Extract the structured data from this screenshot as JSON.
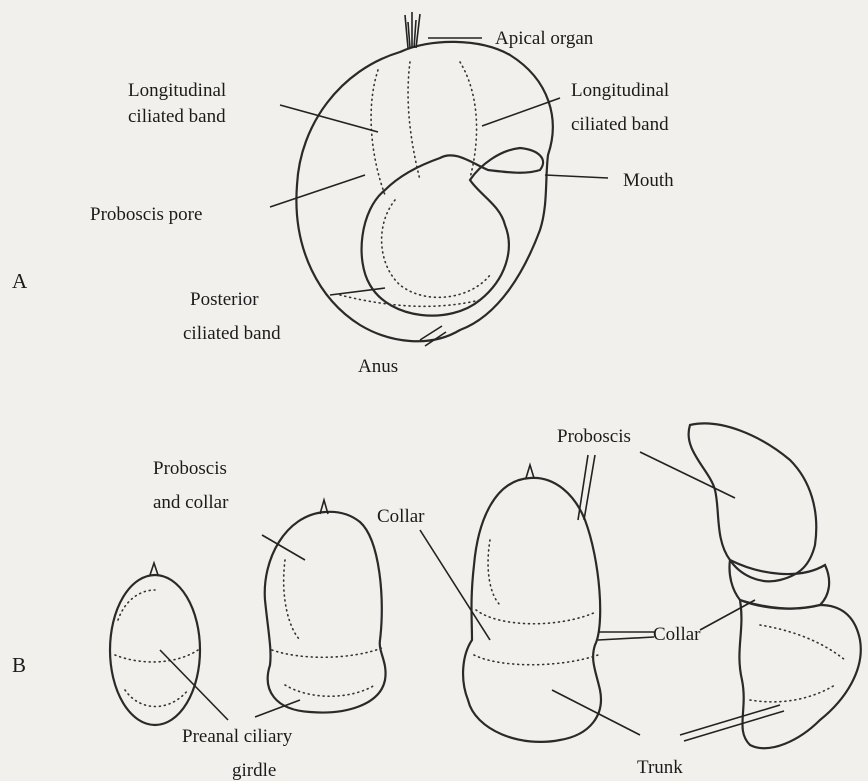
{
  "panels": {
    "a": "A",
    "b": "B"
  },
  "labels_a": {
    "apical_organ": "Apical organ",
    "long_left_1": "Longitudinal",
    "long_left_2": "ciliated band",
    "long_right_1": "Longitudinal",
    "long_right_2": "ciliated band",
    "mouth": "Mouth",
    "proboscis_pore": "Proboscis pore",
    "posterior_1": "Posterior",
    "posterior_2": "ciliated band",
    "anus": "Anus"
  },
  "labels_b": {
    "proboscis_collar_1": "Proboscis",
    "proboscis_collar_2": "and collar",
    "collar_top": "Collar",
    "proboscis": "Proboscis",
    "collar_right": "Collar",
    "preanal_1": "Preanal ciliary",
    "preanal_2": "girdle",
    "trunk": "Trunk"
  }
}
